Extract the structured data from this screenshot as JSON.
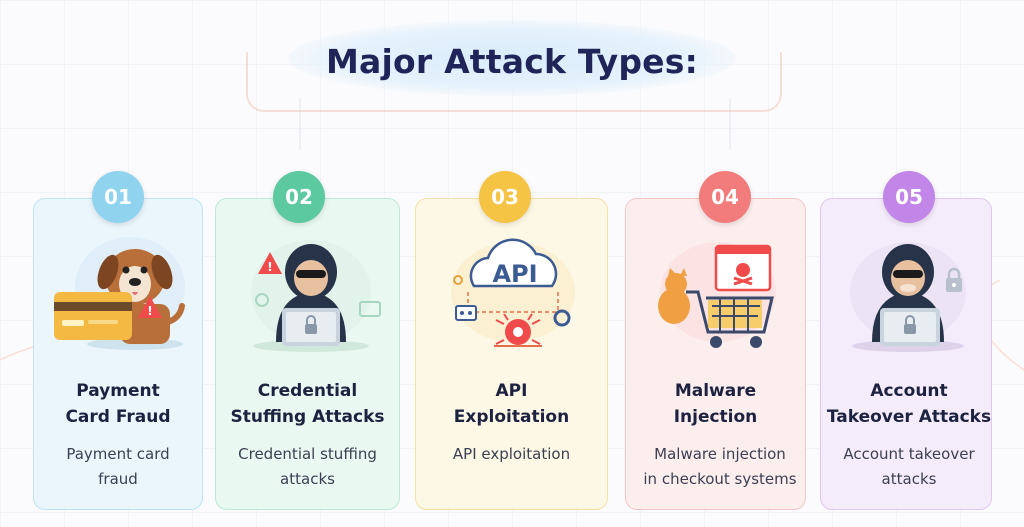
{
  "title": "Major Attack Types:",
  "cards": [
    {
      "number": "01",
      "title_line1": "Payment",
      "title_line2": "Card Fraud",
      "desc_line1": "Payment card",
      "desc_line2": "fraud",
      "accent": "#8fd3ef",
      "bg": "#eaf6fc",
      "border": "#bfe4f4"
    },
    {
      "number": "02",
      "title_line1": "Credential",
      "title_line2": "Stuffing Attacks",
      "desc_line1": "Credential stuffing",
      "desc_line2": "attacks",
      "accent": "#5cc9a0",
      "bg": "#eaf8f2",
      "border": "#bde9d6"
    },
    {
      "number": "03",
      "title_line1": "API",
      "title_line2": "Exploitation",
      "desc_line1": "API exploitation",
      "desc_line2": "",
      "accent": "#f6c444",
      "bg": "#fdf8e6",
      "border": "#f5e2a6"
    },
    {
      "number": "04",
      "title_line1": "Malware",
      "title_line2": "Injection",
      "desc_line1": "Malware injection",
      "desc_line2": "in checkout systems",
      "accent": "#f27b7b",
      "bg": "#fdeeee",
      "border": "#f6c6c6"
    },
    {
      "number": "05",
      "title_line1": "Account",
      "title_line2": "Takeover Attacks",
      "desc_line1": "Account takeover",
      "desc_line2": "attacks",
      "accent": "#c285e8",
      "bg": "#f5ecfb",
      "border": "#e0c7f1"
    }
  ],
  "illustration_text": {
    "api": "API"
  },
  "icons": [
    "dog-credit-card-icon",
    "hacker-laptop-icon",
    "api-cloud-bug-icon",
    "cart-malware-icon",
    "hacker-laptop-lock-icon"
  ]
}
